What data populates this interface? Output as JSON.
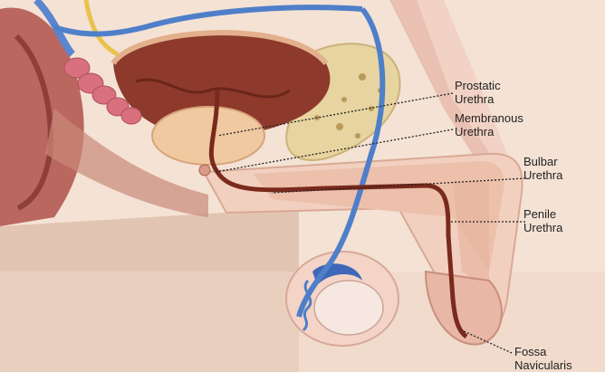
{
  "diagram": {
    "labels": [
      {
        "id": "prostatic",
        "line1": "Prostatic",
        "line2": "Urethra"
      },
      {
        "id": "membranous",
        "line1": "Membranous",
        "line2": "Urethra"
      },
      {
        "id": "bulbar",
        "line1": "Bulbar",
        "line2": "Urethra"
      },
      {
        "id": "penile",
        "line1": "Penile",
        "line2": "Urethra"
      },
      {
        "id": "fossa",
        "line1": "Fossa",
        "line2": "Navicularis"
      }
    ],
    "colors": {
      "background": "#f3ded0",
      "muscle": "#b85f5b",
      "bladder": "#8e3b2e",
      "prostate": "#f0c9a0",
      "vein_blue": "#4f7fc9",
      "urethra": "#7a2a1c",
      "bone": "#e9d6a6"
    }
  }
}
